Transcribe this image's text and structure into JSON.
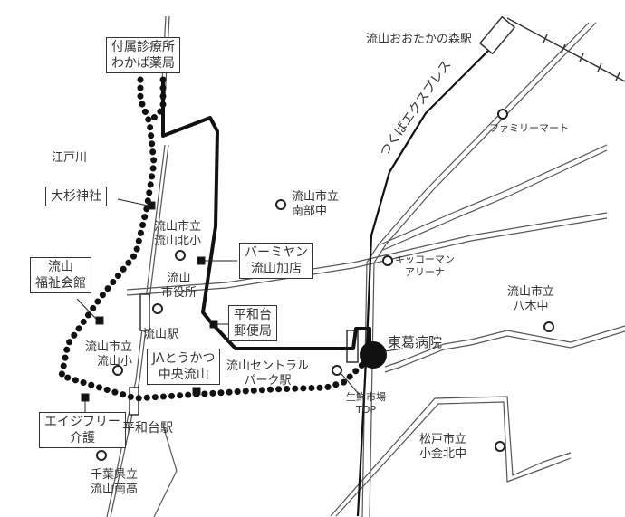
{
  "map": {
    "title": "",
    "colors": {
      "route_bus": "#111111",
      "route_walk": "#111111",
      "road": "#555555",
      "background": "#ffffff"
    }
  },
  "boxed_labels": {
    "fuzoku": {
      "line1": "付属診療所",
      "line2": "わかば薬局"
    },
    "osugi": {
      "line1": "大杉神社"
    },
    "fukushi": {
      "line1": "流山",
      "line2": "福祉会館"
    },
    "bamiyan": {
      "line1": "バーミヤン",
      "line2": "流山加店"
    },
    "yubin": {
      "line1": "平和台",
      "line2": "郵便局"
    },
    "ja": {
      "line1": "JAとうかつ",
      "line2": "中央流山"
    },
    "ageful": {
      "line1": "エイジフリー",
      "line2": "介護"
    }
  },
  "labels": {
    "edogawa": "江戸川",
    "otaka_station": "流山おおたかの森駅",
    "tx_line": "つくばエクスプレス",
    "familymart": "ファミリーマート",
    "nanbu_l1": "流山市立",
    "nanbu_l2": "南部中",
    "kitasho_l1": "流山市立",
    "kitasho_l2": "流山北小",
    "shiyakusho_l1": "流山",
    "shiyakusho_l2": "市役所",
    "nagareyama_station": "流山駅",
    "nagaresho_l1": "流山市立",
    "nagaresho_l2": "流山小",
    "heiwadai_station": "平和台駅",
    "minami_l1": "千葉県立",
    "minami_l2": "流山南高",
    "central_l1": "流山セントラル",
    "central_l2": "パーク駅",
    "kikkoman_l1": "キッコーマン",
    "kikkoman_l2": "アリーナ",
    "toukatsu": "東葛病院",
    "top_l1": "生鮮市場",
    "top_l2": "TOP",
    "yagi_l1": "流山市立",
    "yagi_l2": "八木中",
    "kogane_l1": "松戸市立",
    "kogane_l2": "小金北中"
  }
}
